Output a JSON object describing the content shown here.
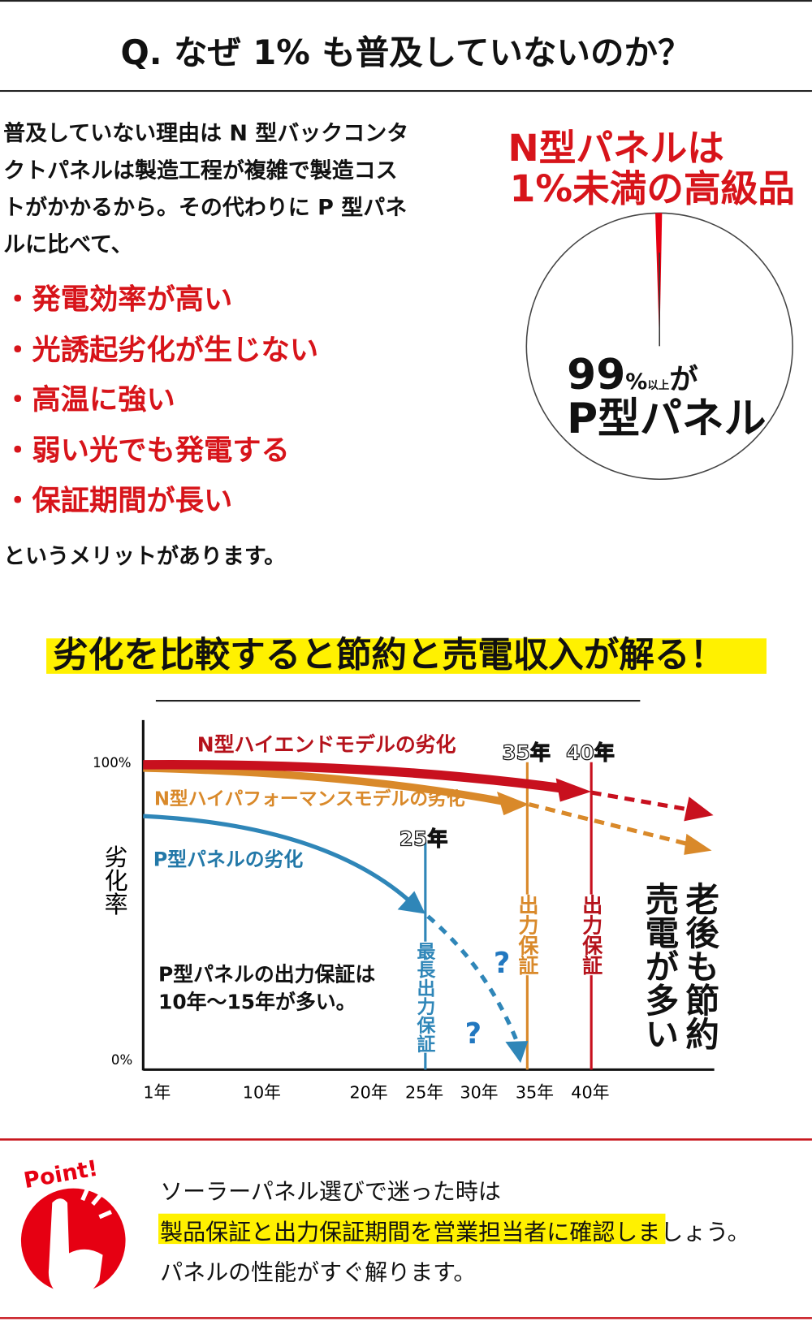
{
  "header": {
    "title": "Q. なぜ 1% も普及していないのか？"
  },
  "intro": {
    "lines": [
      "普及していない理由は N 型バックコンタ",
      "クトパネルは製造工程が複雑で製造コス",
      "トがかかるから。その代わりに P 型パネ",
      "ルに比べて、"
    ],
    "bullets": [
      "発電効率が高い",
      "光誘起劣化が生じない",
      "高温に強い",
      "弱い光でも発電する",
      "保証期間が長い"
    ],
    "closing": "というメリットがあります。"
  },
  "pie": {
    "title_lines": [
      "N型パネルは",
      "1%未満の高級品"
    ],
    "label_big": "99",
    "label_pct": "%",
    "label_small": "以上",
    "label_ga": "が",
    "label_line2": "P型パネル",
    "n_share_percent": 1,
    "colors": {
      "n": "#e60012",
      "p": "#ffffff"
    }
  },
  "section": {
    "heading": "劣化を比較すると節約と売電収入が解る！",
    "highlight_color": "#fff100"
  },
  "chart_data": {
    "type": "line",
    "ylabel": "劣化率",
    "yticks": [
      "100%",
      "0%"
    ],
    "xticks": [
      "1年",
      "10年",
      "20年",
      "25年",
      "30年",
      "35年",
      "40年"
    ],
    "series": [
      {
        "name": "N型ハイエンドモデルの劣化",
        "color": "#c8101e",
        "warranty_label": "40年",
        "warranty_text": "出力保証"
      },
      {
        "name": "N型ハイパフォーマンスモデルの劣化",
        "color": "#d9892a",
        "warranty_label": "35年",
        "warranty_text": "出力保証"
      },
      {
        "name": "P型パネルの劣化",
        "color": "#2f86b8",
        "warranty_label": "25年",
        "warranty_text": "最長出力保証"
      }
    ],
    "question_mark": "?",
    "note_lines": [
      "P型パネルの出力保証は",
      "10年〜15年が多い。"
    ],
    "right_text": [
      "老後も節約",
      "売電が多い"
    ]
  },
  "point": {
    "badge": "Point!",
    "line1": "ソーラーパネル選びで迷った時は",
    "line2_highlight": "製品保証と出力保証期間を営業担当者に確認",
    "line2_rest": "しましょう。",
    "line3": "パネルの性能がすぐ解ります。"
  }
}
